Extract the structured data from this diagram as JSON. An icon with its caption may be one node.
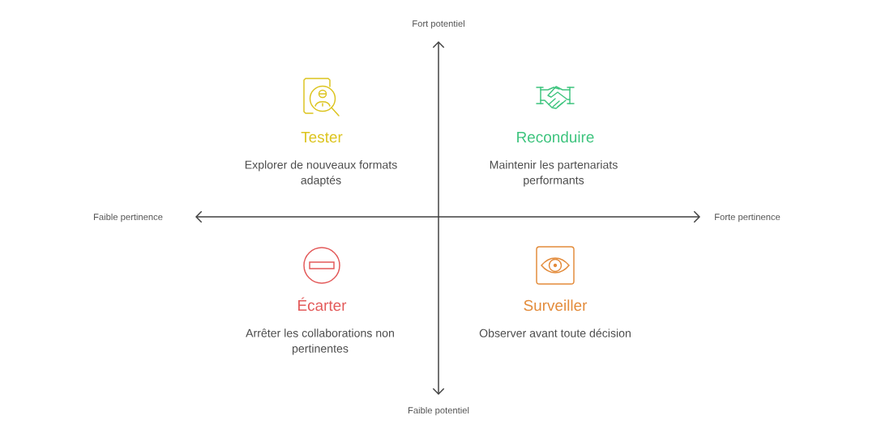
{
  "diagram": {
    "labels": [
      "Fort potentiel",
      "Tester",
      "Explorer de nouveaux formats adaptés",
      "Reconduire",
      "Maintenir les partenariats performants",
      "Faible pertinence",
      "Forte pertinence",
      "Écarter",
      "Arrêter les collaborations non pertinentes",
      "Surveiller",
      "Observer avant toute décision",
      "Faible potentiel"
    ]
  }
}
